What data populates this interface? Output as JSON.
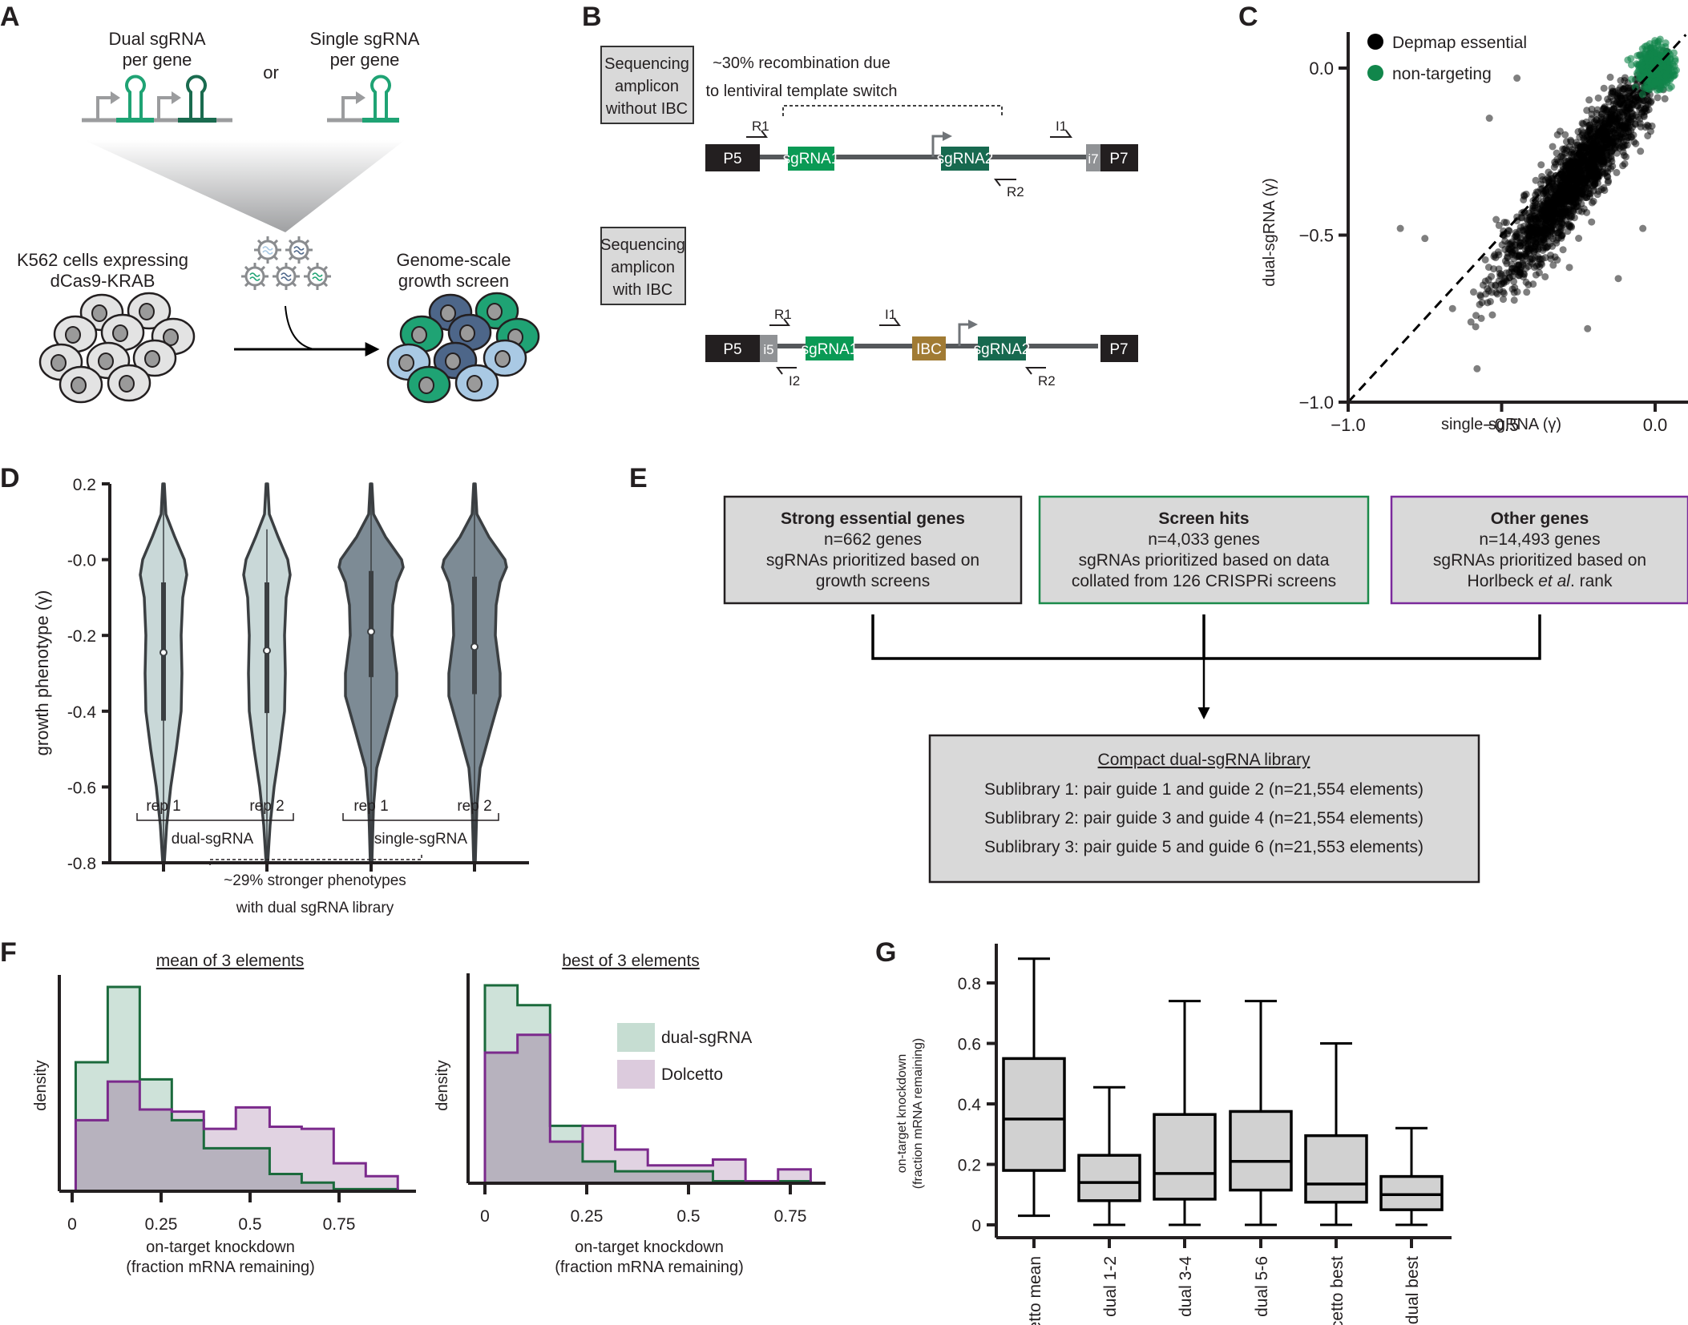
{
  "panel_labels": [
    "A",
    "B",
    "C",
    "D",
    "E",
    "F",
    "G"
  ],
  "panel_a": {
    "dual_title": [
      "Dual sgRNA",
      "per gene"
    ],
    "or_text": "or",
    "single_title": [
      "Single sgRNA",
      "per gene"
    ],
    "cells_label": [
      "K562 cells expressing",
      "dCas9-KRAB"
    ],
    "screen_label": [
      "Genome-scale",
      "growth screen"
    ],
    "colors": {
      "green": "#1fa374",
      "dark_green": "#1a6b4f",
      "gray": "#9b9c9e",
      "cell_gray": "#e3e3e3",
      "blue_dark": "#4d6689",
      "blue_light": "#a9c9e4"
    }
  },
  "panel_b": {
    "box1": [
      "Sequencing",
      "amplicon",
      "without IBC"
    ],
    "box2": [
      "Sequencing",
      "amplicon",
      "with IBC"
    ],
    "recombination": [
      "~30% recombination due",
      "to lentiviral template switch"
    ],
    "amplicon1": {
      "P5": "P5",
      "sgRNA1": "sgRNA1",
      "sgRNA2": "sgRNA2",
      "i7": "i7",
      "P7": "P7",
      "R1": "R1",
      "R2": "R2",
      "I1": "I1"
    },
    "amplicon2": {
      "P5": "P5",
      "i5": "i5",
      "sgRNA1": "sgRNA1",
      "IBC": "IBC",
      "sgRNA2": "sgRNA2",
      "P7": "P7",
      "R1": "R1",
      "I1": "I1",
      "I2": "I2",
      "R2": "R2"
    },
    "colors": {
      "sgRNA1": "#0a9a55",
      "sgRNA2": "#17694f",
      "IBC": "#a17b34",
      "index": "#909295",
      "adapter": "#231f20"
    }
  },
  "chart_data": [
    {
      "id": "C",
      "type": "scatter",
      "xlabel": "single-sgRNA (γ)",
      "ylabel": "dual-sgRNA (γ)",
      "xlim": [
        -1.0,
        0.1
      ],
      "ylim": [
        -1.0,
        0.1
      ],
      "xticks": [
        "−1.0",
        "−0.5",
        "0.0"
      ],
      "xtick_values": [
        -1.0,
        -0.5,
        0.0
      ],
      "yticks": [
        "0.0",
        "−0.5",
        "−1.0"
      ],
      "ytick_values": [
        0.0,
        -0.5,
        -1.0
      ],
      "legend": [
        {
          "name": "Depmap essential",
          "color": "#000000"
        },
        {
          "name": "non-targeting",
          "color": "#11864b"
        }
      ],
      "legend_position": "top-left",
      "reference_line": "y = x (dashed)",
      "series": [
        {
          "name": "Depmap essential",
          "color": "#000000",
          "opacity": 0.5,
          "distribution": {
            "x_center": -0.25,
            "y_center": -0.3,
            "correlation": 0.85,
            "count": 1800
          },
          "outliers": [
            [
              -0.83,
              -0.48
            ],
            [
              -0.75,
              -0.51
            ],
            [
              -0.66,
              -0.72
            ],
            [
              -0.58,
              -0.9
            ],
            [
              -0.6,
              -0.76
            ],
            [
              -0.12,
              -0.63
            ],
            [
              -0.22,
              -0.78
            ],
            [
              -0.04,
              -0.48
            ],
            [
              -0.45,
              -0.03
            ],
            [
              -0.54,
              -0.15
            ]
          ]
        },
        {
          "name": "non-targeting",
          "color": "#11864b",
          "opacity": 0.6,
          "distribution": {
            "x_center": 0.0,
            "y_center": 0.0,
            "spread": 0.03,
            "count": 400
          }
        }
      ]
    },
    {
      "id": "D",
      "type": "violin",
      "ylabel": "growth phenotype (γ)",
      "ylim": [
        -0.8,
        0.2
      ],
      "yticks": [
        "0.2",
        "-0.0",
        "-0.2",
        "-0.4",
        "-0.6",
        "-0.8"
      ],
      "ytick_values": [
        0.2,
        0.0,
        -0.2,
        -0.4,
        -0.6,
        -0.8
      ],
      "categories": [
        "rep 1",
        "rep 2",
        "rep 1",
        "rep 2"
      ],
      "groups": [
        {
          "label": "dual-sgRNA",
          "members": [
            0,
            1
          ]
        },
        {
          "label": "single-sgRNA",
          "members": [
            2,
            3
          ]
        }
      ],
      "annotation": [
        "~29% stronger phenotypes",
        "with dual sgRNA library"
      ],
      "series": [
        {
          "name": "dual rep 1",
          "color": "#c9d8d8",
          "median": -0.245,
          "q1": -0.425,
          "q3": -0.06,
          "min": -0.8,
          "max": 0.2
        },
        {
          "name": "dual rep 2",
          "color": "#c9d8d8",
          "median": -0.24,
          "q1": -0.405,
          "q3": -0.06,
          "min": -0.8,
          "max": 0.08
        },
        {
          "name": "single rep 1",
          "color": "#7d8b95",
          "median": -0.19,
          "q1": -0.31,
          "q3": -0.03,
          "min": -0.8,
          "max": 0.2
        },
        {
          "name": "single rep 2",
          "color": "#7d8b95",
          "median": -0.23,
          "q1": -0.355,
          "q3": -0.045,
          "min": -0.8,
          "max": 0.2
        }
      ]
    },
    {
      "id": "F-left",
      "type": "histogram",
      "title": "mean of 3 elements",
      "xlabel": "on-target knockdown\n(fraction mRNA remaining)",
      "ylabel": "density",
      "xlim": [
        -0.02,
        0.95
      ],
      "xticks": [
        "0",
        "0.25",
        "0.5",
        "0.75"
      ],
      "xtick_values": [
        0,
        0.25,
        0.5,
        0.75
      ],
      "bin_edges": [
        0.01,
        0.1,
        0.19,
        0.28,
        0.37,
        0.46,
        0.555,
        0.645,
        0.735,
        0.825,
        0.915
      ],
      "series": [
        {
          "name": "dual-sgRNA",
          "fill": "#c6ddd2",
          "stroke": "#1b6a3c",
          "values": [
            0.6,
            0.95,
            0.52,
            0.33,
            0.2,
            0.2,
            0.08,
            0.04,
            0.01,
            0.01
          ]
        },
        {
          "name": "Dolcetto",
          "fill": "#dccbdd",
          "stroke": "#7b2a8c",
          "values": [
            0.33,
            0.51,
            0.38,
            0.37,
            0.29,
            0.39,
            0.3,
            0.29,
            0.13,
            0.07
          ]
        }
      ]
    },
    {
      "id": "F-right",
      "type": "histogram",
      "title": "best of 3 elements",
      "xlabel": "on-target knockdown\n(fraction mRNA remaining)",
      "ylabel": "density",
      "xlim": [
        -0.02,
        0.84
      ],
      "xticks": [
        "0",
        "0.25",
        "0.5",
        "0.75"
      ],
      "xtick_values": [
        0,
        0.25,
        0.5,
        0.75
      ],
      "bin_edges": [
        0.0,
        0.08,
        0.16,
        0.24,
        0.32,
        0.4,
        0.48,
        0.56,
        0.64,
        0.72,
        0.8
      ],
      "legend": [
        {
          "name": "dual-sgRNA",
          "color": "#c6ddd2"
        },
        {
          "name": "Dolcetto",
          "color": "#dccbdd"
        }
      ],
      "legend_position": "center-right",
      "series": [
        {
          "name": "dual-sgRNA",
          "fill": "#c6ddd2",
          "stroke": "#1b6a3c",
          "values": [
            1.0,
            0.9,
            0.29,
            0.11,
            0.06,
            0.06,
            0.06,
            0.01,
            0.0,
            0.01
          ]
        },
        {
          "name": "Dolcetto",
          "fill": "#dccbdd",
          "stroke": "#7b2a8c",
          "values": [
            0.66,
            0.75,
            0.21,
            0.29,
            0.17,
            0.09,
            0.09,
            0.12,
            0.01,
            0.07
          ]
        }
      ]
    },
    {
      "id": "G",
      "type": "box",
      "ylabel": "on-target knockdown\n(fraction mRNA remaining)",
      "ylim": [
        -0.04,
        0.92
      ],
      "yticks": [
        "0",
        "0.2",
        "0.4",
        "0.6",
        "0.8"
      ],
      "ytick_values": [
        0,
        0.2,
        0.4,
        0.6,
        0.8
      ],
      "categories": [
        "dolcetto mean",
        "dual 1-2",
        "dual 3-4",
        "dual 5-6",
        "dolcetto best",
        "dual best"
      ],
      "series": [
        {
          "name": "dolcetto mean",
          "min": 0.03,
          "q1": 0.18,
          "median": 0.35,
          "q3": 0.55,
          "max": 0.88
        },
        {
          "name": "dual 1-2",
          "min": 0.0,
          "q1": 0.08,
          "median": 0.14,
          "q3": 0.23,
          "max": 0.455
        },
        {
          "name": "dual 3-4",
          "min": 0.0,
          "q1": 0.085,
          "median": 0.17,
          "q3": 0.365,
          "max": 0.74
        },
        {
          "name": "dual 5-6",
          "min": 0.0,
          "q1": 0.115,
          "median": 0.21,
          "q3": 0.375,
          "max": 0.74
        },
        {
          "name": "dolcetto best",
          "min": 0.0,
          "q1": 0.075,
          "median": 0.135,
          "q3": 0.295,
          "max": 0.6
        },
        {
          "name": "dual best",
          "min": 0.0,
          "q1": 0.05,
          "median": 0.1,
          "q3": 0.16,
          "max": 0.32
        }
      ],
      "box_fill": "#d1d1d1"
    }
  ],
  "panel_e": {
    "boxes": [
      {
        "title": "Strong essential genes",
        "count": "n=662 genes",
        "desc": [
          "sgRNAs prioritized based on",
          "growth screens"
        ],
        "border": "#231f20"
      },
      {
        "title": "Screen hits",
        "count": "n=4,033 genes",
        "desc": [
          "sgRNAs prioritized based on data",
          "collated from 126 CRISPRi screens"
        ],
        "border": "#1b8a4a"
      },
      {
        "title": "Other genes",
        "count": "n=14,493 genes",
        "desc": [
          "sgRNAs prioritized based on"
        ],
        "desc_last": {
          "pre": "Horlbeck ",
          "italic": "et al",
          "post": ". rank"
        },
        "border": "#7b2a9c"
      }
    ],
    "library": {
      "title": "Compact dual-sgRNA library",
      "lines": [
        "Sublibrary 1: pair guide 1 and guide 2 (n=21,554 elements)",
        "Sublibrary 2: pair guide 3 and guide 4 (n=21,554 elements)",
        "Sublibrary 3: pair guide 5 and guide 6 (n=21,553  elements)"
      ]
    },
    "box_fill": "#d9d9d9"
  }
}
